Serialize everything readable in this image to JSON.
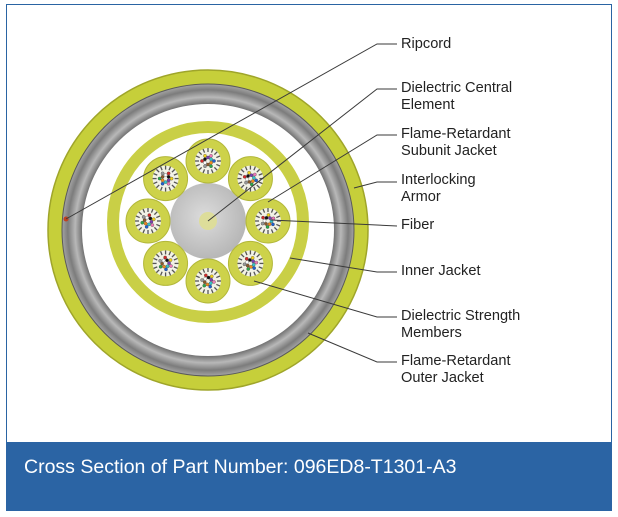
{
  "labels": {
    "ripcord": "Ripcord",
    "central_1": "Dielectric Central",
    "central_2": "Element",
    "subunit_1": "Flame-Retardant",
    "subunit_2": "Subunit Jacket",
    "armor_1": "Interlocking",
    "armor_2": "Armor",
    "fiber": "Fiber",
    "inner_jacket": "Inner Jacket",
    "strength_1": "Dielectric Strength",
    "strength_2": "Members",
    "outer_1": "Flame-Retardant",
    "outer_2": "Outer Jacket"
  },
  "caption": "Cross Section of Part Number: 096ED8-T1301-A3",
  "colors": {
    "outer_jacket": "#c6cf3a",
    "armor": "#8c8c8c",
    "subunit_jacket": "#cdd24a",
    "central_element": "#c8c8c8",
    "caption_bar": "#2b64a4"
  }
}
